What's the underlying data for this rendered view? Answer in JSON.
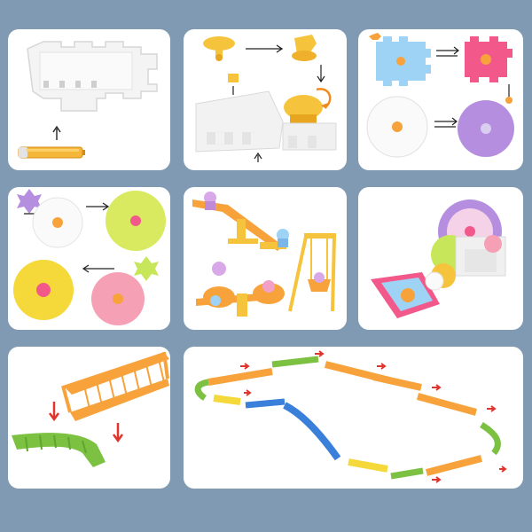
{
  "page": {
    "background": "#7f9ab2"
  },
  "panels": [
    {
      "step": "battery-install",
      "icons": [
        "battery-icon",
        "motor-base-icon",
        "arrow-up-icon"
      ]
    },
    {
      "step": "motor-cap-assembly",
      "icons": [
        "motor-cap-icon",
        "arrow-right-icon",
        "rotate-arrow-icon"
      ]
    },
    {
      "step": "gear-plates",
      "icons": [
        "square-gear-icon",
        "round-gear-icon"
      ]
    },
    {
      "step": "gear-chain",
      "icons": [
        "flower-gear-icon",
        "arrow-left-icon"
      ]
    },
    {
      "step": "seesaw-and-swing",
      "icons": [
        "seesaw-icon",
        "swing-icon",
        "figure-icon"
      ]
    },
    {
      "step": "assembled-gear-tower",
      "icons": [
        "gear-tower-icon",
        "ferris-wheel-icon"
      ]
    },
    {
      "step": "track-connect",
      "icons": [
        "straight-track-icon",
        "curved-track-icon",
        "red-arrow-down-icon"
      ]
    },
    {
      "step": "track-layout",
      "icons": [
        "track-loop-icon",
        "red-arrow-icon"
      ]
    }
  ],
  "colors": {
    "orange": "#f7a23b",
    "green": "#7dc143",
    "yellow": "#f5d93a",
    "blue": "#3a7fd9",
    "pink": "#f2598a",
    "purple": "#b58ee0",
    "light_blue": "#9fd3f5",
    "red": "#e0352d"
  }
}
